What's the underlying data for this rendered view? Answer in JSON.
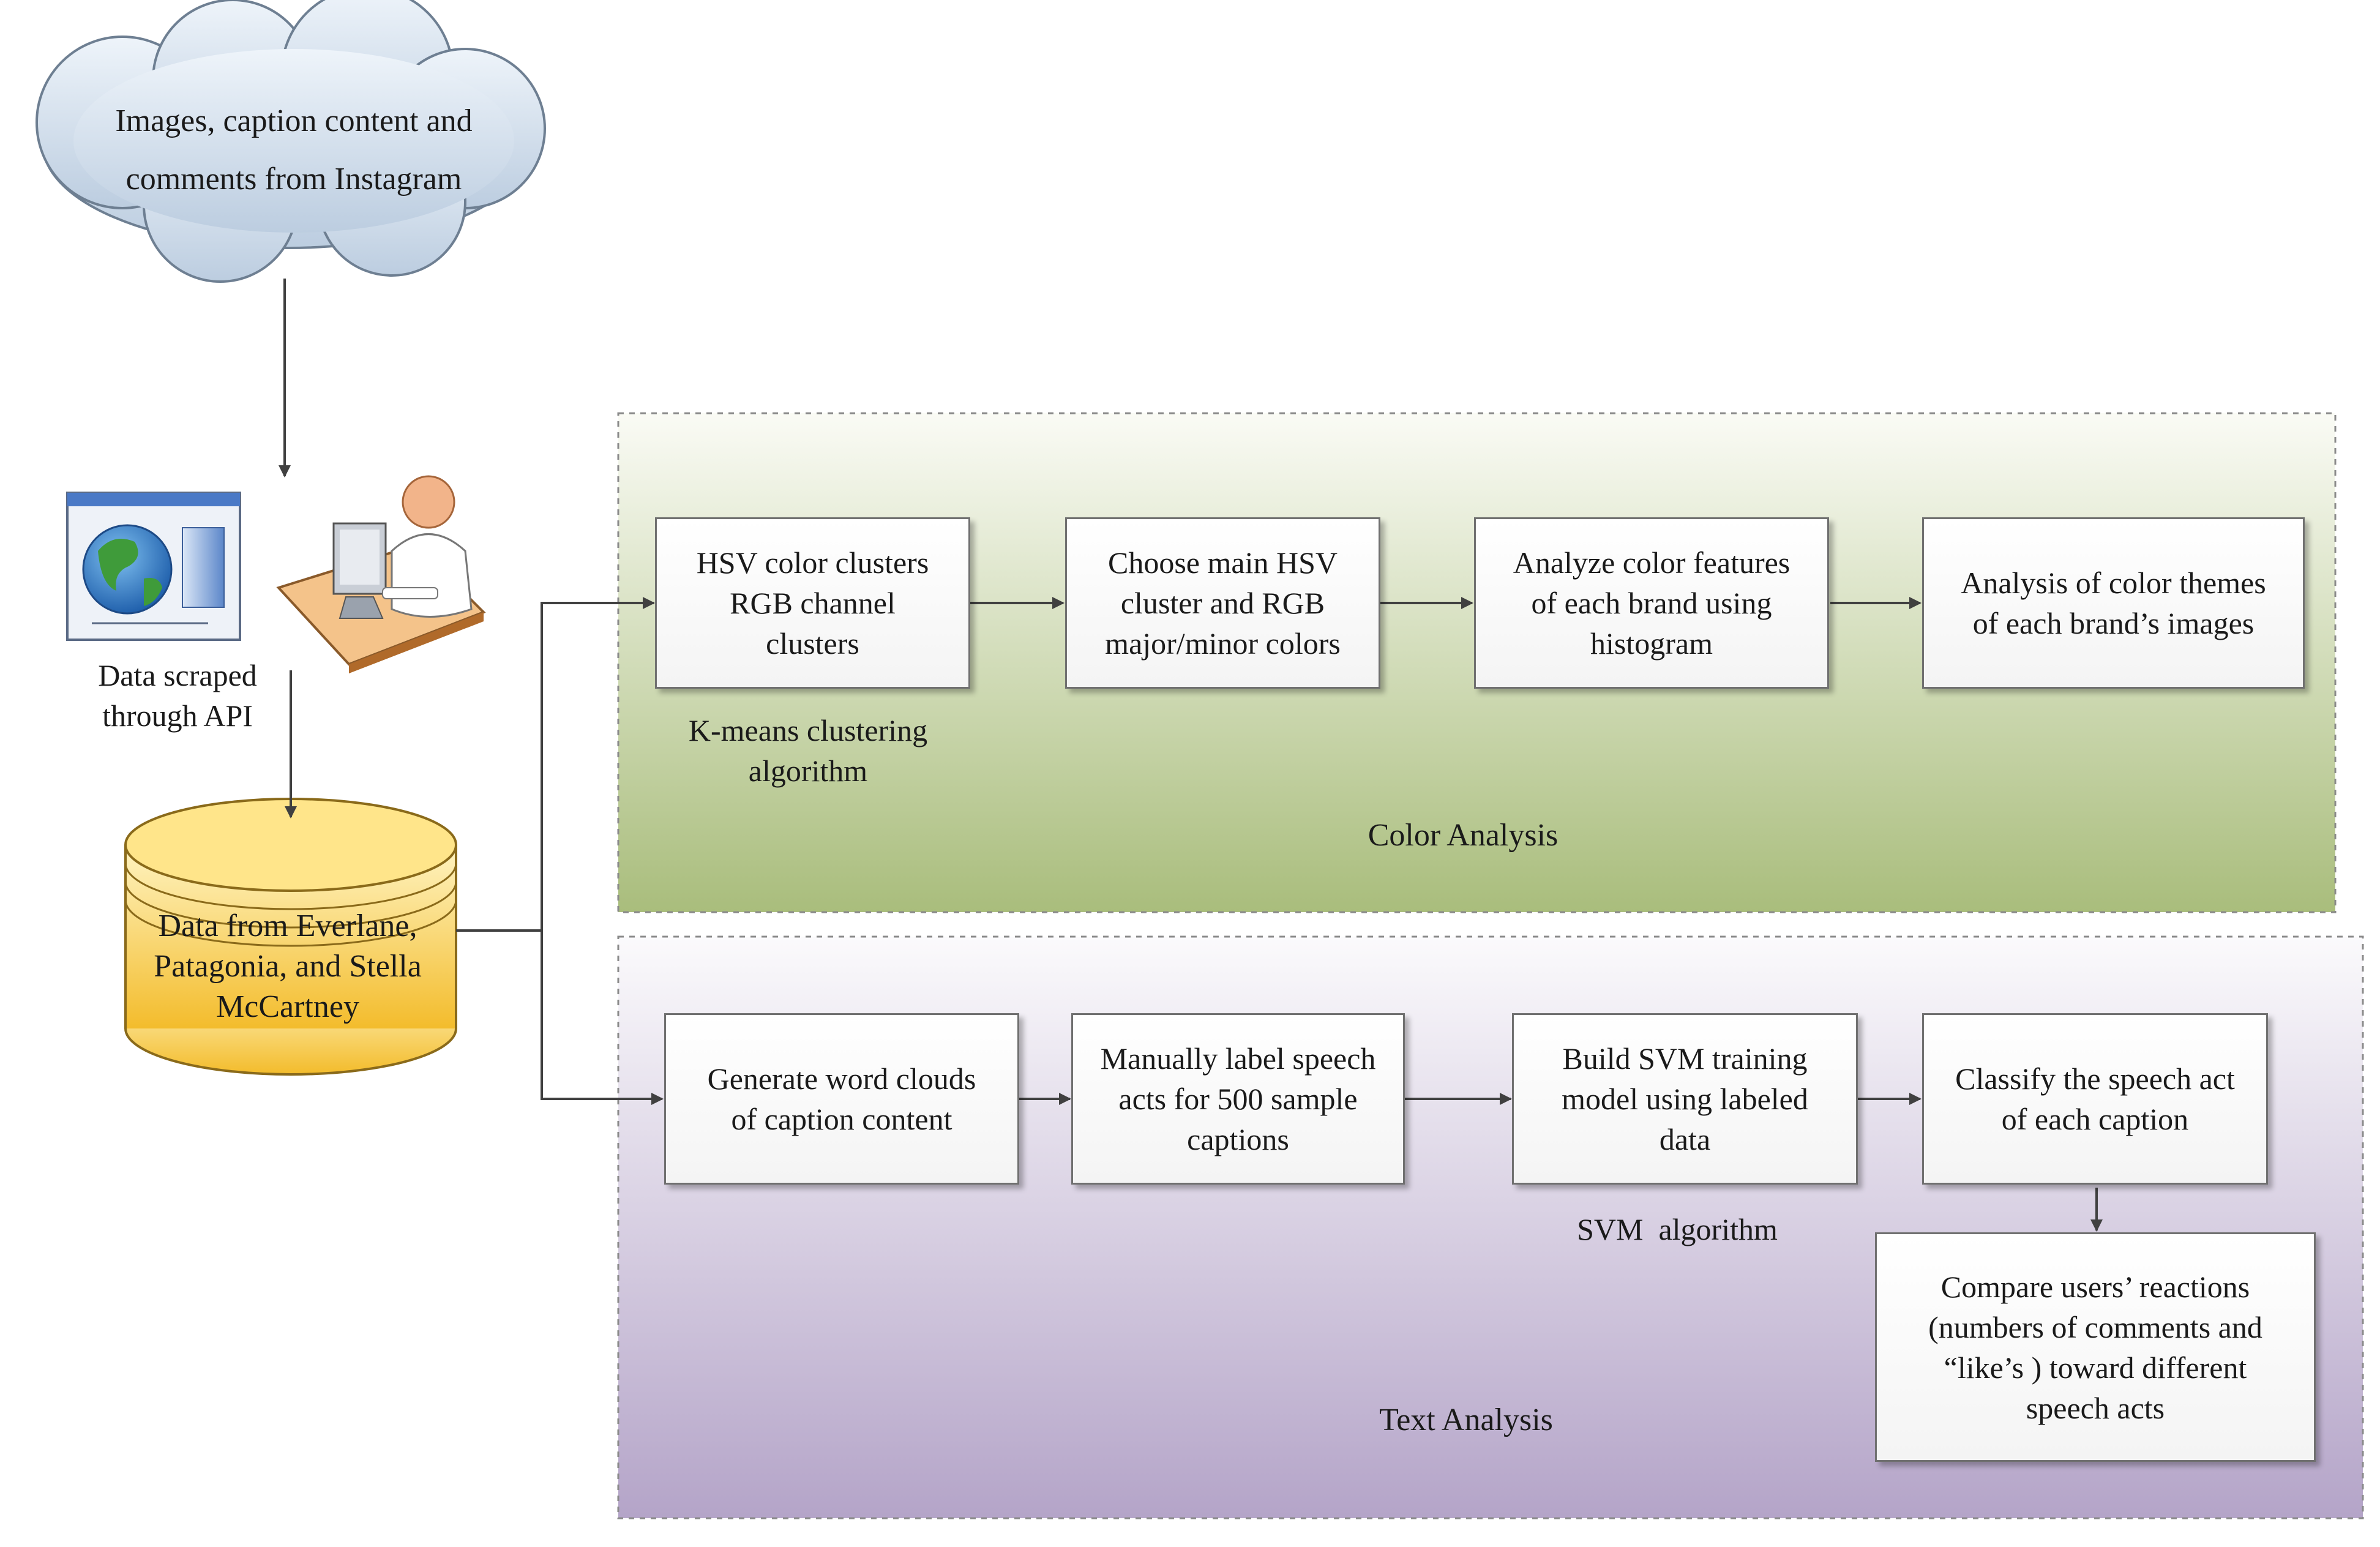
{
  "source": {
    "cloud_text": "Images, caption content and\ncomments from Instagram"
  },
  "scrape": {
    "caption": "Data scraped\nthrough API"
  },
  "database": {
    "text": "Data from Everlane,\nPatagonia, and Stella\nMcCartney"
  },
  "color_analysis": {
    "title": "Color Analysis",
    "steps": [
      "HSV color clusters\nRGB channel\nclusters",
      "Choose main HSV\ncluster and RGB\nmajor/minor colors",
      "Analyze color features\nof each brand using\nhistogram",
      "Analysis of color themes\nof each brand’s images"
    ],
    "algorithm_label": "K-means clustering\nalgorithm",
    "colors": {
      "top": "#fafbf5",
      "bottom": "#a9bd7c"
    }
  },
  "text_analysis": {
    "title": "Text Analysis",
    "steps": [
      "Generate word clouds\nof caption content",
      "Manually label speech\nacts for 500 sample\ncaptions",
      "Build SVM training\nmodel using labeled\ndata",
      "Classify the speech act\nof each caption"
    ],
    "final_step": "Compare users’ reactions\n(numbers of comments and\n“like’s ) toward different\nspeech acts",
    "algorithm_label": "SVM  algorithm",
    "colors": {
      "top": "#fbfafc",
      "bottom": "#b4a4c8"
    }
  },
  "icons": [
    "cloud-icon",
    "web-browser-globe-icon",
    "person-at-computer-icon",
    "database-cylinder-icon"
  ]
}
